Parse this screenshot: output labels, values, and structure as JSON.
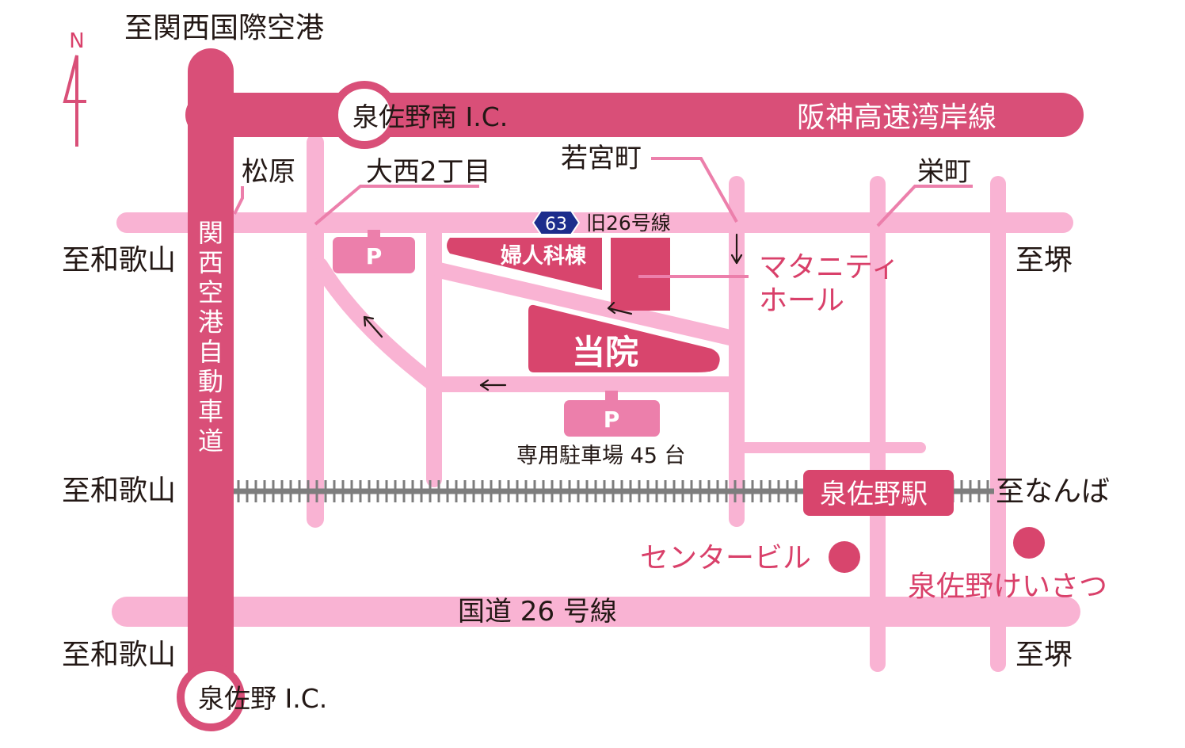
{
  "colors": {
    "minor_road": "#f9b3d3",
    "major_road": "#d94f78",
    "building": "#d8456d",
    "parking": "#ec7fab",
    "rail": "#7d7d7d",
    "landmark": "#d9406a",
    "route_badge": "#1c2d8c",
    "text": "#231815"
  },
  "icons": {
    "north_arrow": "north-arrow-icon",
    "landmark_marker": "circle-marker-icon"
  },
  "compass": {
    "north_label": "N"
  },
  "directions": {
    "kansai_airport": "至関西国際空港",
    "wakayama_top": "至和歌山",
    "wakayama_mid": "至和歌山",
    "wakayama_bottom": "至和歌山",
    "sakai_top": "至堺",
    "sakai_bottom": "至堺",
    "namba": "至なんば"
  },
  "interchanges": {
    "izumisano_minami": "泉佐野南 I.C.",
    "izumisano": "泉佐野 I.C."
  },
  "roads": {
    "hanshin_expressway": "阪神高速湾岸線",
    "airport_expressway": "関西空港自動車道",
    "old_route_26": "旧26号線",
    "route_badge": "63",
    "national_route_26": "国道 26 号線"
  },
  "intersections": {
    "matsubara": "松原",
    "onishi": "大西2丁目",
    "wakamiya": "若宮町",
    "sakae": "栄町"
  },
  "buildings": {
    "gynecology": "婦人科棟",
    "hospital": "当院",
    "maternity_line1": "マタニティ",
    "maternity_line2": "ホール"
  },
  "parking": {
    "symbol_1": "P",
    "symbol_2": "P",
    "label": "専用駐車場 45 台"
  },
  "station": {
    "name": "泉佐野駅"
  },
  "landmarks": {
    "center_building": "センタービル",
    "police": "泉佐野けいさつ"
  }
}
